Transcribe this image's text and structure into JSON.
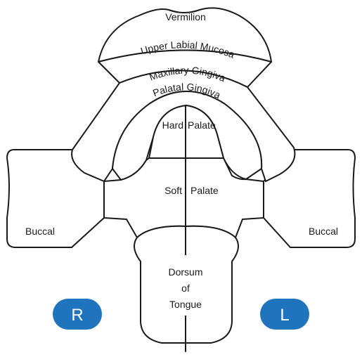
{
  "labels": {
    "vermilion": "Vermilion",
    "upper_labial_mucosa": "Upper Labial Mucosa",
    "maxillary_gingiva": "Maxillary Gingiva",
    "palatal_gingiva": "Palatal Gingiva",
    "hard_palate_left": "Hard",
    "hard_palate_right": "Palate",
    "soft_palate_left": "Soft",
    "soft_palate_right": "Palate",
    "buccal_right": "Buccal",
    "buccal_left": "Buccal",
    "dorsum_line1": "Dorsum",
    "dorsum_line2": "of",
    "dorsum_line3": "Tongue"
  },
  "badges": {
    "right": "R",
    "left": "L"
  },
  "colors": {
    "outline": "#1a1a1a",
    "badge": "#1f74bd",
    "badge_text": "#ffffff"
  }
}
